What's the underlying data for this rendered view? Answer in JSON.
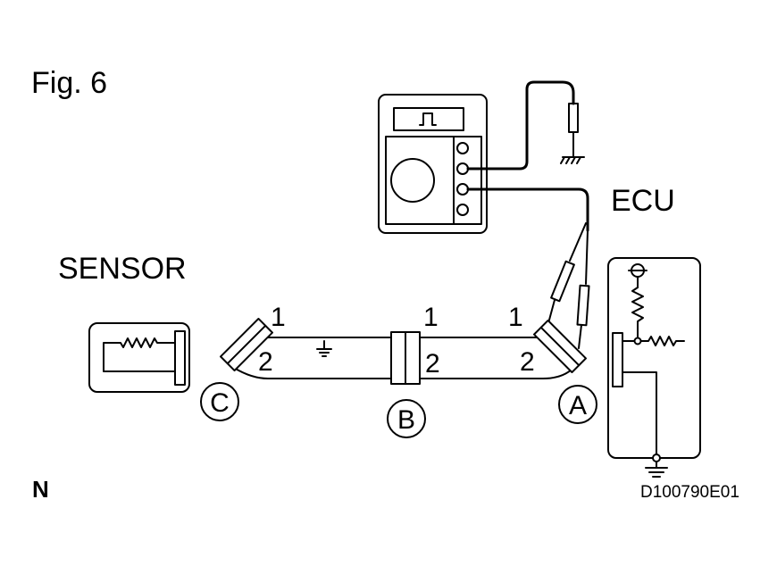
{
  "figure_label": "Fig. 6",
  "ecu_label": "ECU",
  "sensor_label": "SENSOR",
  "connectors": {
    "a": "A",
    "b": "B",
    "c": "C"
  },
  "pins": {
    "c_top": "1",
    "c_bottom": "2",
    "b_top": "1",
    "b_bottom": "2",
    "a_top": "1",
    "a_bottom": "2"
  },
  "corner_letter": "N",
  "drawing_code": "D100790E01",
  "meter_icon": "square-wave-icon"
}
